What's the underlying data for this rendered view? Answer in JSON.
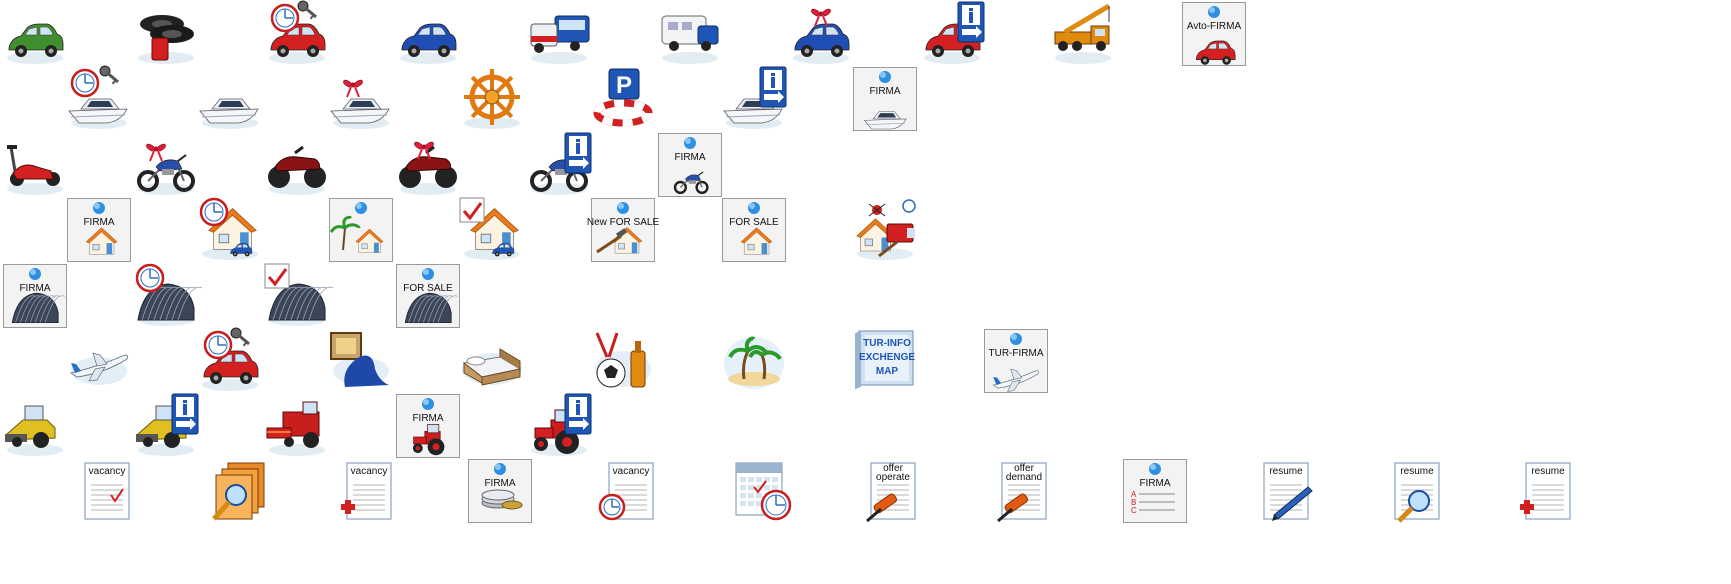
{
  "rows": [
    {
      "name": "vehicles",
      "icons": [
        {
          "name": "retro-car-icon",
          "kind": "car",
          "color": "#3f8f2f"
        },
        {
          "name": "tires-oil-icon",
          "kind": "tires"
        },
        {
          "name": "car-rental-icon",
          "kind": "car",
          "color": "#d42020",
          "clock": true,
          "key": true
        },
        {
          "name": "blue-car-icon",
          "kind": "car",
          "color": "#1f4fb5"
        },
        {
          "name": "truck-bus-icon",
          "kind": "truckbus"
        },
        {
          "name": "camper-icon",
          "kind": "camper"
        },
        {
          "name": "car-gift-icon",
          "kind": "car",
          "color": "#1f4fb5",
          "bow": true
        },
        {
          "name": "car-info-icon",
          "kind": "car",
          "color": "#d42020",
          "info": true
        },
        {
          "name": "crane-truck-icon",
          "kind": "crane"
        },
        {
          "name": "avto-firma-icon",
          "kind": "tile",
          "label": "Avto-FIRMA",
          "art": "car",
          "color": "#d42020"
        }
      ]
    },
    {
      "name": "boats",
      "icons": [
        {
          "name": "boat-rental-icon",
          "kind": "boat",
          "clock": true,
          "key": true
        },
        {
          "name": "yacht-icon",
          "kind": "boat"
        },
        {
          "name": "yacht-gift-icon",
          "kind": "boat",
          "bow": true
        },
        {
          "name": "ship-wheel-icon",
          "kind": "wheel"
        },
        {
          "name": "parking-lifebuoy-icon",
          "kind": "parking"
        },
        {
          "name": "boat-info-icon",
          "kind": "boat",
          "info": true
        },
        {
          "name": "boat-firma-icon",
          "kind": "tile",
          "label": "FIRMA",
          "art": "boat"
        }
      ]
    },
    {
      "name": "motorbikes",
      "icons": [
        {
          "name": "scooter-icon",
          "kind": "scooter"
        },
        {
          "name": "motorbike-gift-icon",
          "kind": "moto",
          "bow": true
        },
        {
          "name": "quad-bike-icon",
          "kind": "quad"
        },
        {
          "name": "quad-gift-icon",
          "kind": "quad",
          "bow": true
        },
        {
          "name": "motorbike-info-icon",
          "kind": "moto",
          "info": true
        },
        {
          "name": "moto-firma-icon",
          "kind": "tile",
          "label": "FIRMA",
          "art": "moto"
        }
      ]
    },
    {
      "name": "houses",
      "icons": [
        {
          "name": "house-firma-icon",
          "kind": "tile",
          "label": "FIRMA",
          "art": "house"
        },
        {
          "name": "house-rental-icon",
          "kind": "house",
          "clock": true,
          "car": true
        },
        {
          "name": "resort-house-icon",
          "kind": "tile",
          "label": "",
          "art": "palmhouse"
        },
        {
          "name": "house-check-icon",
          "kind": "house",
          "check": true,
          "car": true
        },
        {
          "name": "new-for-sale-icon",
          "kind": "tile",
          "label": "New FOR SALE",
          "art": "houseTools"
        },
        {
          "name": "for-sale-house-icon",
          "kind": "tile",
          "label": "FOR SALE",
          "art": "house"
        },
        {
          "name": "house-services-icon",
          "kind": "houseServices"
        }
      ]
    },
    {
      "name": "hangars",
      "icons": [
        {
          "name": "hangar-firma-icon",
          "kind": "tile",
          "label": "FIRMA",
          "art": "hangar"
        },
        {
          "name": "hangar-rental-icon",
          "kind": "hangar",
          "clock": true
        },
        {
          "name": "hangar-check-icon",
          "kind": "hangar",
          "check": true
        },
        {
          "name": "hangar-for-sale-icon",
          "kind": "tile",
          "label": "FOR SALE",
          "art": "hangar"
        }
      ]
    },
    {
      "name": "travel",
      "icons": [
        {
          "name": "airplane-icon",
          "kind": "plane"
        },
        {
          "name": "car-rental-travel-icon",
          "kind": "car",
          "color": "#d42020",
          "clock": true,
          "key": true
        },
        {
          "name": "picture-frame-icon",
          "kind": "frame"
        },
        {
          "name": "bed-icon",
          "kind": "bed"
        },
        {
          "name": "sport-drink-icon",
          "kind": "ballBottle"
        },
        {
          "name": "palm-island-icon",
          "kind": "island"
        },
        {
          "name": "tur-info-map-icon",
          "kind": "map",
          "lines": [
            "TUR-INFO",
            "EXCHENGE",
            "MAP"
          ]
        },
        {
          "name": "tur-firma-icon",
          "kind": "tile",
          "label": "TUR-FIRMA",
          "art": "plane"
        }
      ]
    },
    {
      "name": "agriculture",
      "icons": [
        {
          "name": "harvester-icon",
          "kind": "harvester"
        },
        {
          "name": "harvester-info-icon",
          "kind": "harvester",
          "info": true
        },
        {
          "name": "combine-icon",
          "kind": "combine"
        },
        {
          "name": "agro-firma-icon",
          "kind": "tile",
          "label": "FIRMA",
          "art": "tractor"
        },
        {
          "name": "tractor-info-icon",
          "kind": "tractor",
          "info": true
        }
      ]
    },
    {
      "name": "jobs",
      "icons": [
        {
          "name": "vacancy-icon",
          "kind": "doc",
          "label": "vacancy",
          "badge": "check"
        },
        {
          "name": "folders-search-icon",
          "kind": "folders"
        },
        {
          "name": "vacancy-add-icon",
          "kind": "doc",
          "label": "vacancy",
          "badge": "plus"
        },
        {
          "name": "finance-firma-icon",
          "kind": "tile",
          "label": "FIRMA",
          "art": "coins"
        },
        {
          "name": "vacancy-clock-icon",
          "kind": "doc",
          "label": "vacancy",
          "badge": "clock"
        },
        {
          "name": "calendar-clock-icon",
          "kind": "calendar"
        },
        {
          "name": "offer-operate-icon",
          "kind": "doc",
          "label": "offer",
          "label2": "operate",
          "badge": "roller"
        },
        {
          "name": "offer-demand-icon",
          "kind": "doc",
          "label": "offer",
          "label2": "demand",
          "badge": "roller"
        },
        {
          "name": "firma-abc-icon",
          "kind": "tile",
          "label": "FIRMA",
          "art": "abc"
        },
        {
          "name": "resume-edit-icon",
          "kind": "doc",
          "label": "resume",
          "badge": "pen"
        },
        {
          "name": "resume-search-icon",
          "kind": "doc",
          "label": "resume",
          "badge": "magnifier"
        },
        {
          "name": "resume-add-icon",
          "kind": "doc",
          "label": "resume",
          "badge": "plus"
        }
      ]
    }
  ]
}
